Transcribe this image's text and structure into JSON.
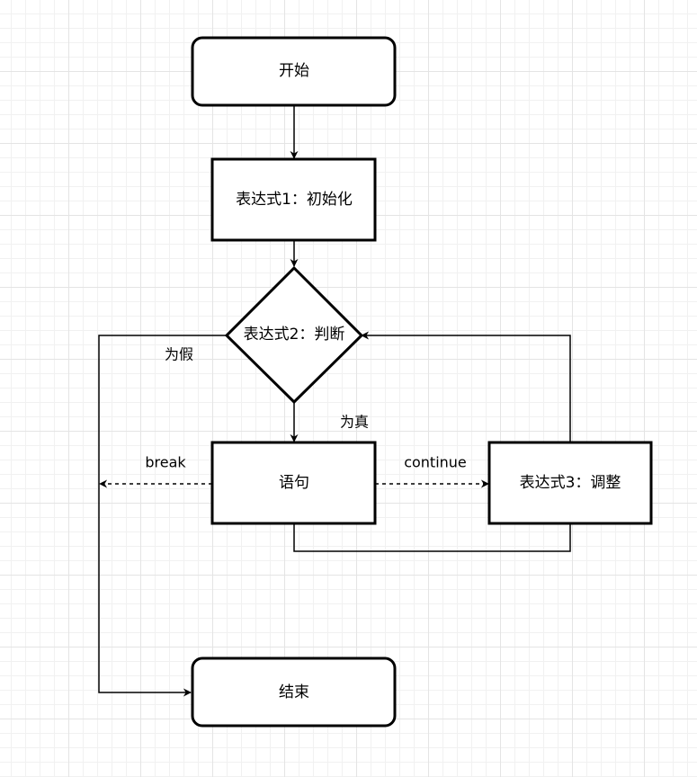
{
  "nodes": {
    "start": "开始",
    "init": "表达式1：初始化",
    "cond": "表达式2：判断",
    "stmt": "语句",
    "update": "表达式3：调整",
    "end": "结束"
  },
  "labels": {
    "false": "为假",
    "true": "为真",
    "break": "break",
    "continue": "continue"
  }
}
